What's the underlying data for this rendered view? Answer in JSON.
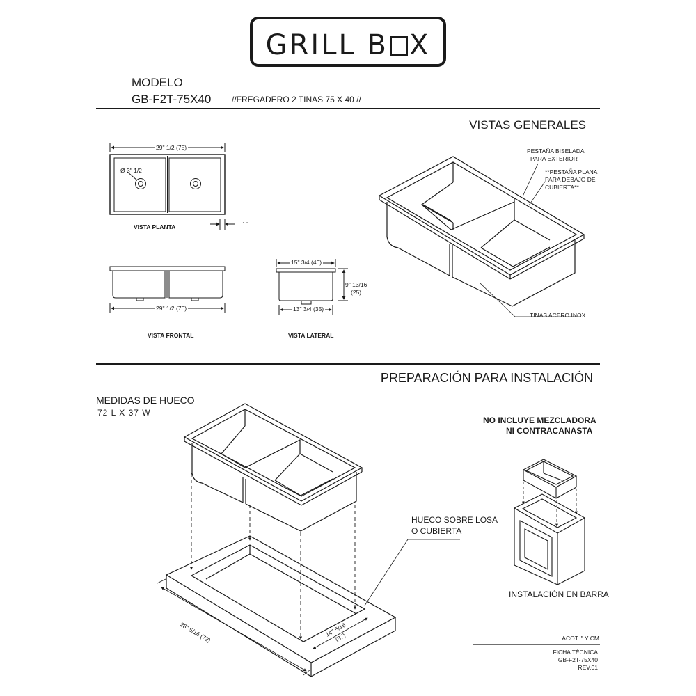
{
  "logo": {
    "text_part1": "GRILL B",
    "text_part2": "X"
  },
  "header": {
    "model_label": "MODELO",
    "model_code": "GB-F2T-75X40",
    "model_description": "//FREGADERO 2 TINAS 75 X 40 //"
  },
  "general_views": {
    "title": "VISTAS GENERALES",
    "plan": {
      "width_dim": "29\" 1/2 (75)",
      "drain_dim": "Ø 3\" 1/2",
      "flange_dim": "1\"",
      "label": "VISTA PLANTA"
    },
    "front": {
      "width_dim": "29\" 1/2 (70)",
      "label": "VISTA FRONTAL"
    },
    "side": {
      "top_dim": "15\" 3/4 (40)",
      "bottom_dim": "13\" 3/4 (35)",
      "height_dim_line1": "9\" 13/16",
      "height_dim_line2": "(25)",
      "label": "VISTA LATERAL"
    },
    "iso_notes": {
      "beveled_line1": "PESTAÑA BISELADA",
      "beveled_line2": "PARA EXTERIOR",
      "flat_line1": "**PESTAÑA PLANA",
      "flat_line2": "PARA DEBAJO DE",
      "flat_line3": "CUBIERTA**",
      "material": "TINAS  ACERO INOX"
    }
  },
  "installation": {
    "title": "PREPARACIÓN PARA INSTALACIÓN",
    "cutout_title": "MEDIDAS DE HUECO",
    "cutout_dims": "72 L X 37 W",
    "not_included_line1": "NO INCLUYE MEZCLADORA",
    "not_included_line2": "NI CONTRACANASTA",
    "cutout_note_line1": "HUECO SOBRE LOSA",
    "cutout_note_line2": "O CUBIERTA",
    "length_dim": "28\" 5/16 (72)",
    "width_dim_line1": "14\" 5/16",
    "width_dim_line2": "(37)",
    "bar_label": "INSTALACIÓN EN BARRA"
  },
  "footer": {
    "units": "ACOT. \" Y CM",
    "sheet_line1": "FICHA TÉCNICA",
    "sheet_line2": "GB-F2T-75X40",
    "sheet_line3": "REV.01"
  }
}
